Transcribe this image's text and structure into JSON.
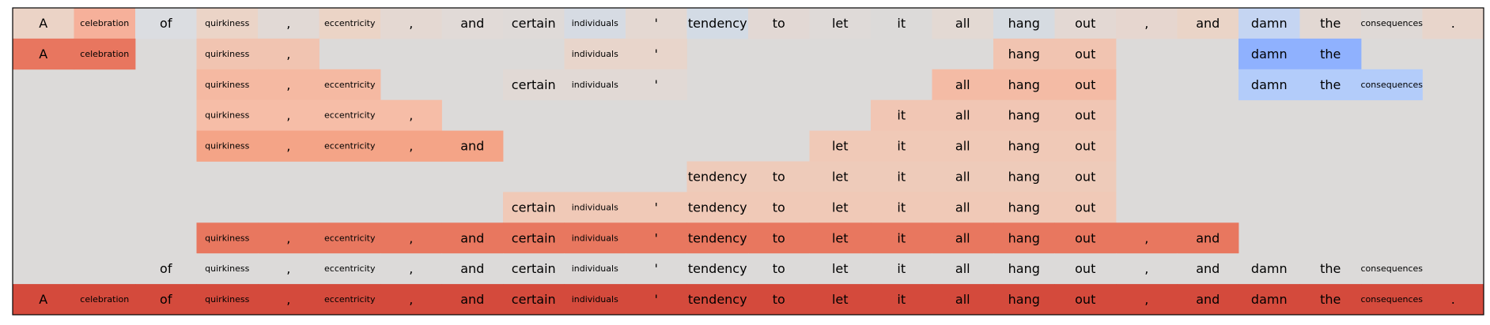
{
  "chart_data": {
    "type": "heatmap",
    "title": "",
    "xlabel": "",
    "ylabel": "",
    "tokens": [
      "A",
      "celebration",
      "of",
      "quirkiness",
      ",",
      "eccentricity",
      ",",
      "and",
      "certain",
      "individuals",
      "'",
      "tendency",
      "to",
      "let",
      "it",
      "all",
      "hang",
      "out",
      ",",
      "and",
      "damn",
      "the",
      "consequences",
      "."
    ],
    "small_font_tokens": [
      "celebration",
      "quirkiness",
      "eccentricity",
      "individuals",
      "consequences"
    ],
    "empty_color": "#dcdad9",
    "rows": [
      [
        "#ebd3c6",
        "#f6b09a",
        "#dbdde1",
        "#ebd4c7",
        "#e1d9d5",
        "#ebd4c6",
        "#e4d8d2",
        "#e1dad7",
        "#dfdad8",
        "#d6dbe3",
        "#e4d8d2",
        "#d3dbe5",
        "#e2d8d4",
        "#dfdad8",
        "#dcdad9",
        "#e3d9d3",
        "#d6dbe1",
        "#e3d8d3",
        "#e6d6cf",
        "#ead4c7",
        "#c5d5f2",
        "#e2d8d3",
        "#dfd9d6",
        "#e8d5cb"
      ],
      [
        "#e8765f",
        "#e8765f",
        null,
        "#f1c4b1",
        "#f1c4b1",
        null,
        null,
        null,
        null,
        "#e8d5cb",
        "#e8d5cb",
        null,
        null,
        null,
        null,
        null,
        "#f1c4b1",
        "#f1c4b1",
        null,
        null,
        "#8fb1fe",
        "#8fb1fe",
        null,
        null
      ],
      [
        null,
        null,
        null,
        "#f5b9a2",
        "#f5b9a2",
        "#f5b9a2",
        null,
        null,
        "#e1d9d5",
        "#e1d9d5",
        "#e1d9d5",
        null,
        null,
        null,
        null,
        "#f4bba5",
        "#f4bba5",
        "#f4bba5",
        null,
        null,
        "#b3ccfa",
        "#b3ccfa",
        "#b3ccfa",
        null
      ],
      [
        null,
        null,
        null,
        "#f6bda7",
        "#f6bda7",
        "#f6bda7",
        "#f6bda7",
        null,
        null,
        null,
        null,
        null,
        null,
        null,
        "#f1c6b4",
        "#f1c6b4",
        "#f1c6b4",
        "#f1c6b4",
        null,
        null,
        null,
        null,
        null,
        null
      ],
      [
        null,
        null,
        null,
        "#f4a487",
        "#f4a487",
        "#f4a487",
        "#f4a487",
        "#f4a487",
        null,
        null,
        null,
        null,
        null,
        "#f0c9b7",
        "#f0c9b7",
        "#f0c9b7",
        "#f0c9b7",
        "#f0c9b7",
        null,
        null,
        null,
        null,
        null,
        null
      ],
      [
        null,
        null,
        null,
        null,
        null,
        null,
        null,
        null,
        null,
        null,
        null,
        "#eecbba",
        "#eecbba",
        "#eecbba",
        "#eecbba",
        "#eecbba",
        "#eecbba",
        "#eecbba",
        null,
        null,
        null,
        null,
        null,
        null
      ],
      [
        null,
        null,
        null,
        null,
        null,
        null,
        null,
        null,
        "#f0c9b7",
        "#f0c9b7",
        "#f0c9b7",
        "#f0c9b7",
        "#f0c9b7",
        "#f0c9b7",
        "#f0c9b7",
        "#f0c9b7",
        "#f0c9b7",
        "#f0c9b7",
        null,
        null,
        null,
        null,
        null,
        null
      ],
      [
        null,
        null,
        null,
        "#e8775f",
        "#e8775f",
        "#e8775f",
        "#e8775f",
        "#e8775f",
        "#e8775f",
        "#e8775f",
        "#e8775f",
        "#e8775f",
        "#e8775f",
        "#e8775f",
        "#e8775f",
        "#e8775f",
        "#e8775f",
        "#e8775f",
        "#e8775f",
        "#e8775f",
        null,
        null,
        null,
        null
      ],
      [
        null,
        null,
        "#dcdad9",
        "#dcdad9",
        "#dcdad9",
        "#dcdad9",
        "#dcdad9",
        "#dcdad9",
        "#dcdad9",
        "#dcdad9",
        "#dcdad9",
        "#dcdad9",
        "#dcdad9",
        "#dcdad9",
        "#dcdad9",
        "#dcdad9",
        "#dcdad9",
        "#dcdad9",
        "#dcdad9",
        "#dcdad9",
        "#dcdad9",
        "#dcdad9",
        "#dcdad9",
        null
      ],
      [
        "#d44a3c",
        "#d44a3c",
        "#d44a3c",
        "#d44a3c",
        "#d44a3c",
        "#d44a3c",
        "#d44a3c",
        "#d44a3c",
        "#d44a3c",
        "#d44a3c",
        "#d44a3c",
        "#d44a3c",
        "#d44a3c",
        "#d44a3c",
        "#d44a3c",
        "#d44a3c",
        "#d44a3c",
        "#d44a3c",
        "#d44a3c",
        "#d44a3c",
        "#d44a3c",
        "#d44a3c",
        "#d44a3c",
        "#d44a3c"
      ]
    ]
  }
}
